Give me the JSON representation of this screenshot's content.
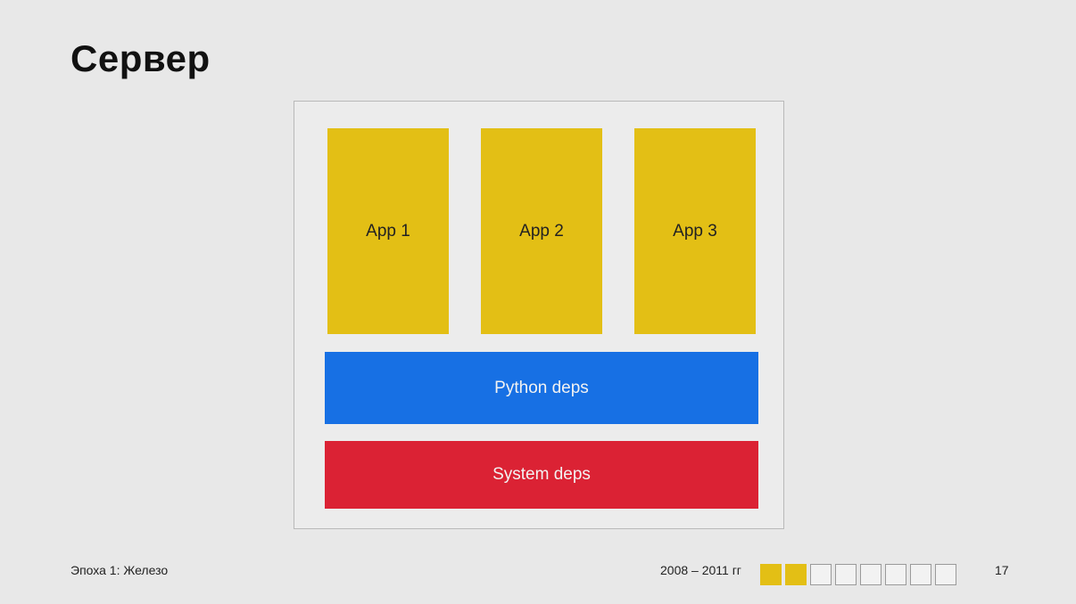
{
  "slide": {
    "title": "Сервер",
    "page_number": "17"
  },
  "diagram": {
    "apps": [
      "App 1",
      "App 2",
      "App 3"
    ],
    "layers": {
      "python": "Python deps",
      "system": "System deps"
    },
    "colors": {
      "app": "#e3bf15",
      "python": "#1770e4",
      "system": "#db2234",
      "frame_border": "#b9b9b9"
    }
  },
  "footer": {
    "section": "Эпоха 1: Железо",
    "years": "2008 – 2011 гг",
    "progress": {
      "filled": 2,
      "total": 8,
      "filled_color": "#e3bf15"
    }
  }
}
